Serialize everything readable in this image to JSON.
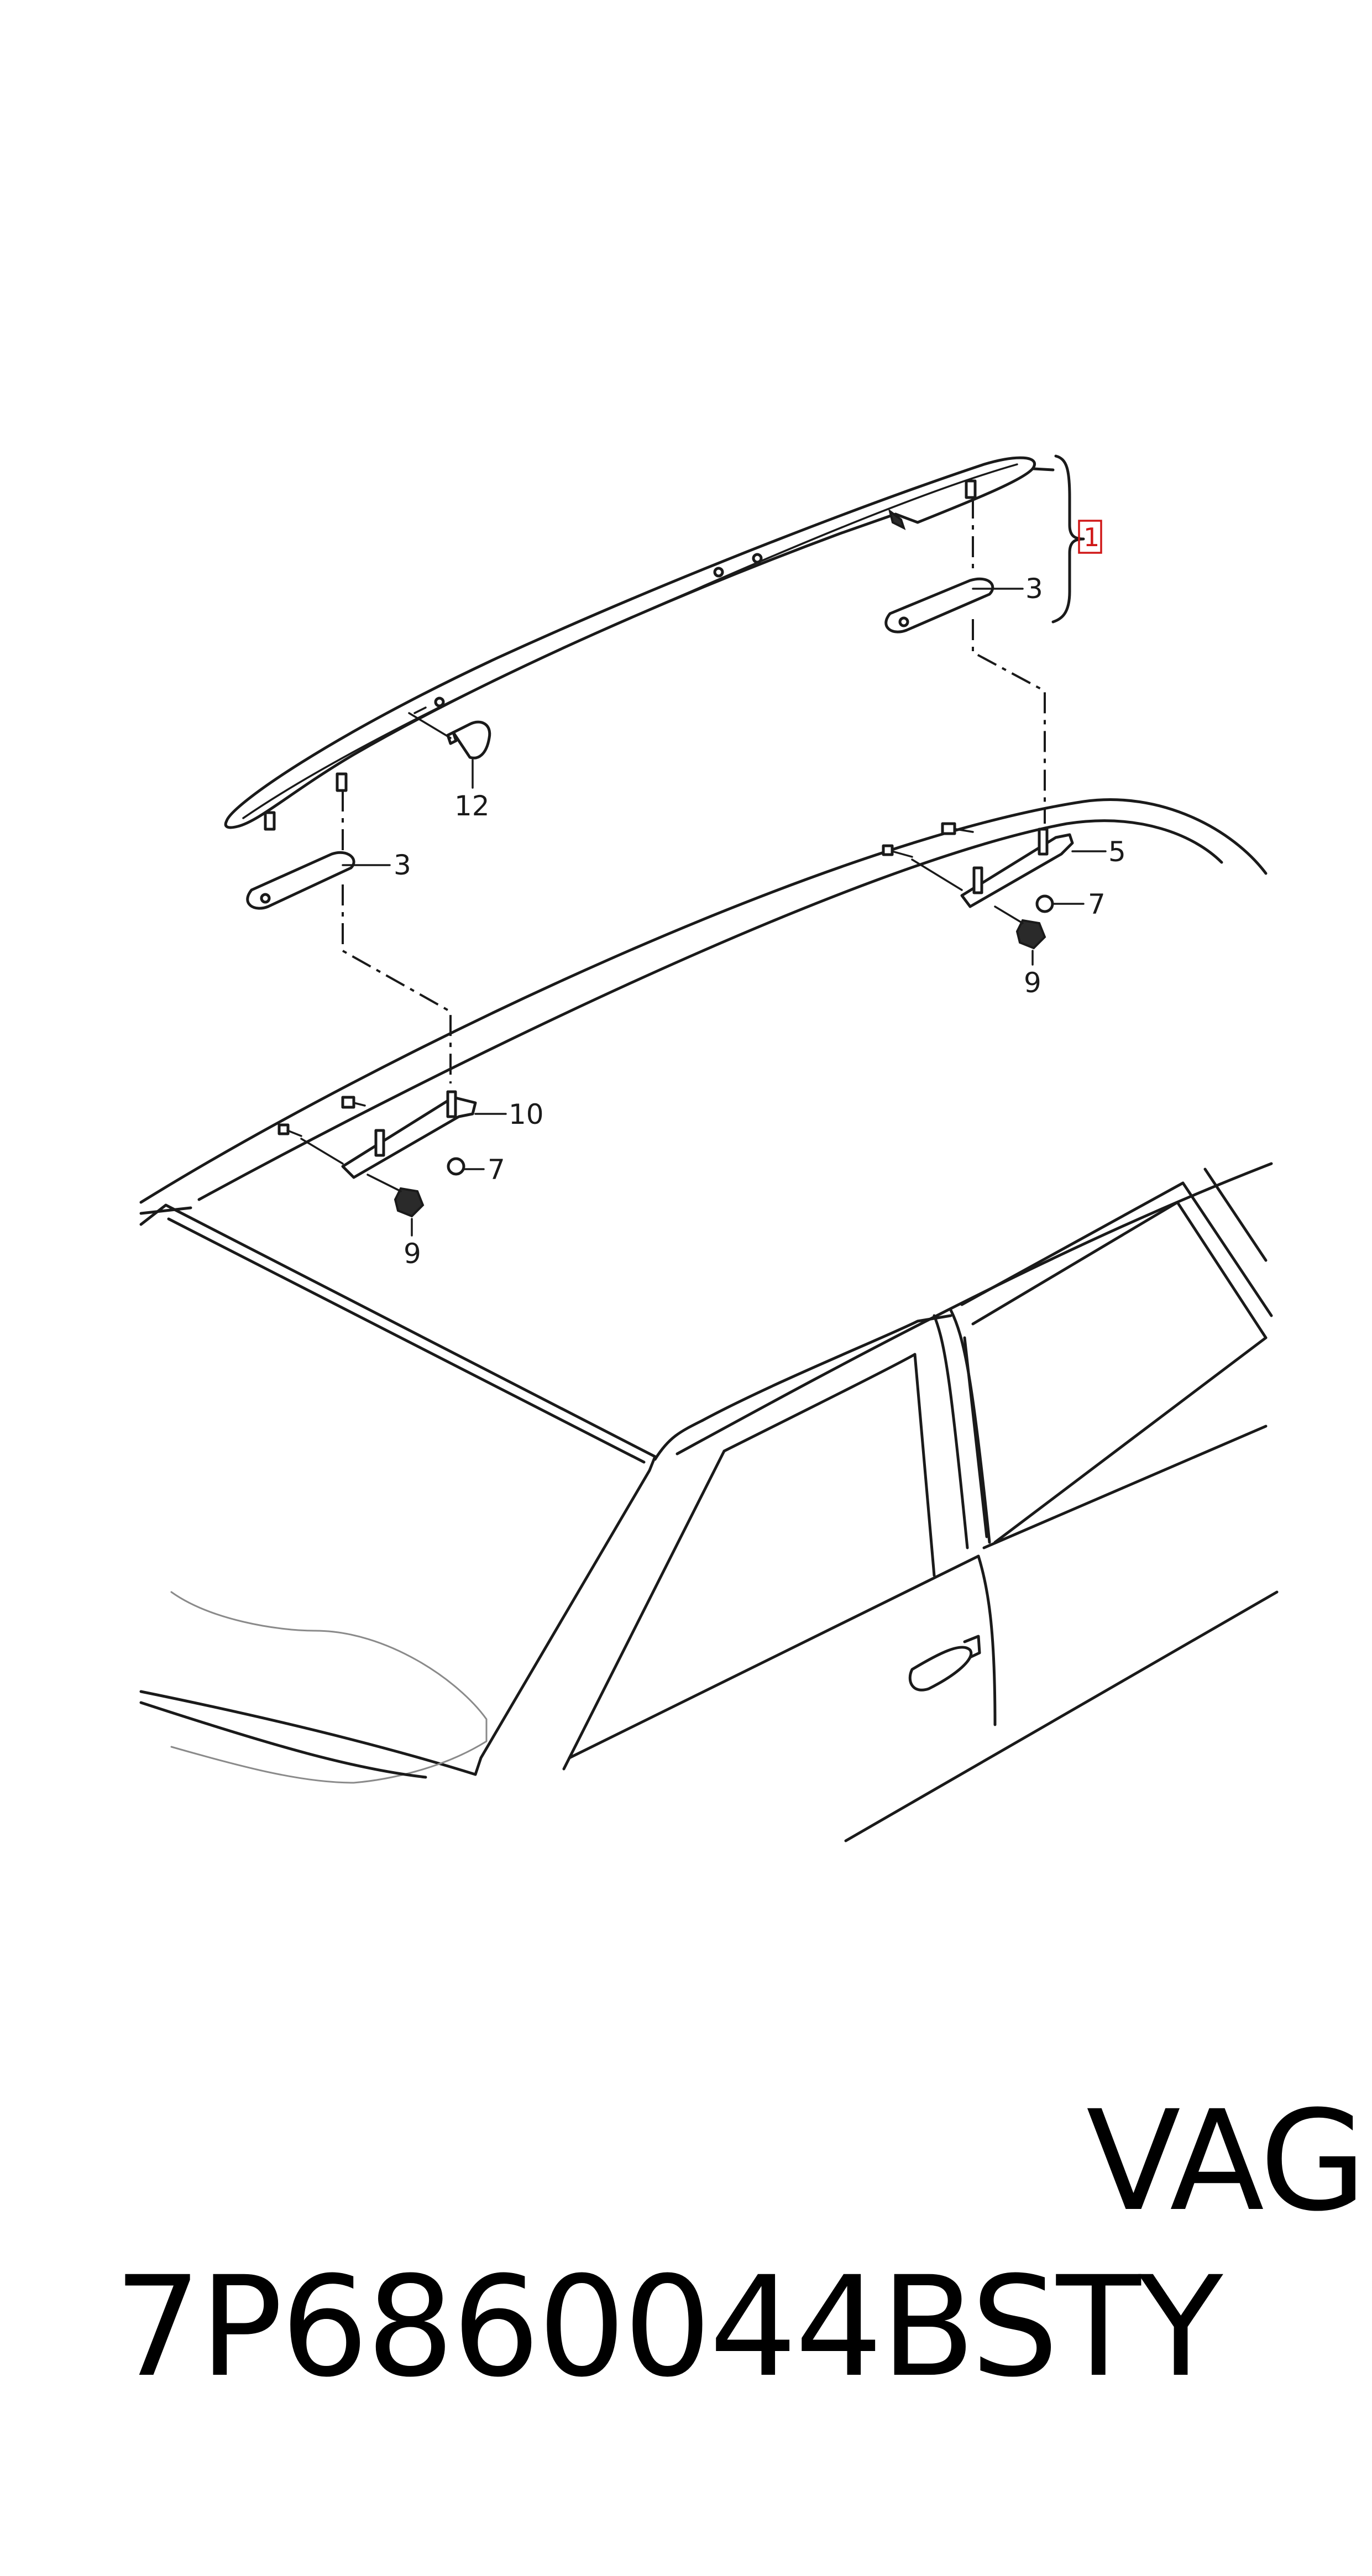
{
  "diagram": {
    "callouts": {
      "c1": "1",
      "c3_right": "3",
      "c3_left": "3",
      "c5": "5",
      "c7_right": "7",
      "c7_left": "7",
      "c9_right": "9",
      "c9_left": "9",
      "c10": "10",
      "c12": "12"
    }
  },
  "caption": {
    "part_number": "7P6860044BSTY",
    "brand": "VAG"
  }
}
